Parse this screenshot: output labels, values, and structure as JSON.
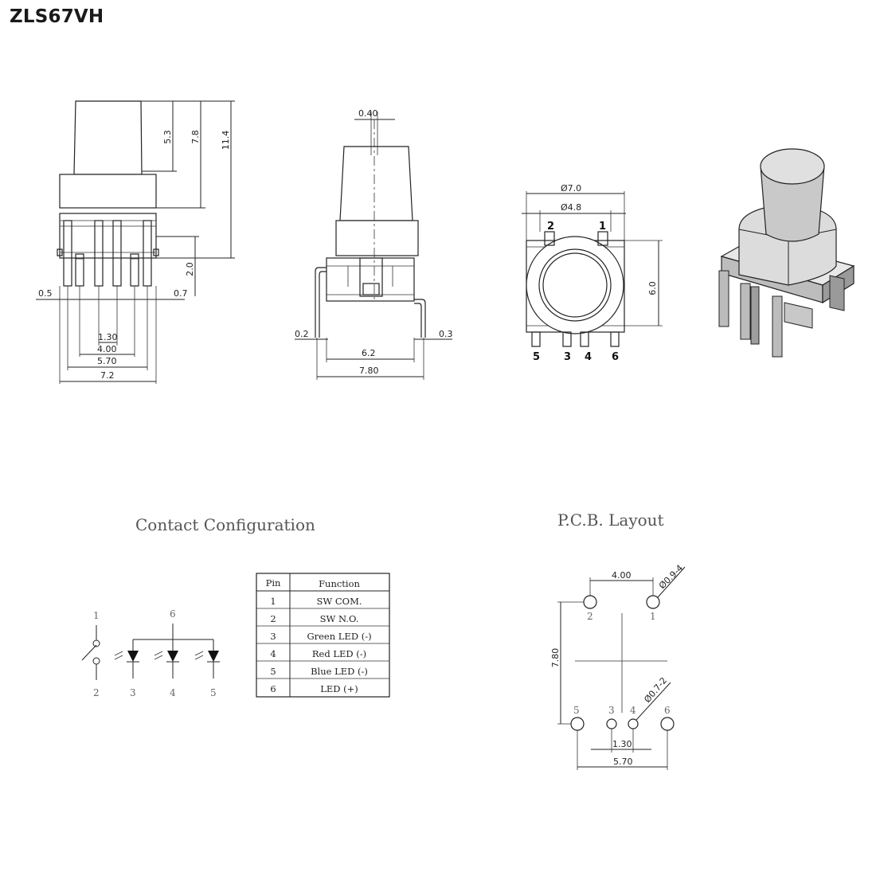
{
  "title": "ZLS67VH",
  "sections": {
    "contact": "Contact Configuration",
    "pcb": "P.C.B. Layout"
  },
  "front_view": {
    "dims": [
      "5.3",
      "7.8",
      "11.4",
      "2.0",
      "0.5",
      "0.7",
      "1.30",
      "4.00",
      "5.70",
      "7.2"
    ]
  },
  "side_view": {
    "dims": [
      "0.40",
      "0.2",
      "0.3",
      "6.2",
      "7.80"
    ]
  },
  "bottom_view": {
    "dims": [
      "Ø7.0",
      "Ø4.8",
      "6.0"
    ],
    "top_pins": [
      "2",
      "1"
    ],
    "bottom_pins": [
      "5",
      "3",
      "4",
      "6"
    ]
  },
  "schematic": {
    "labels": [
      "1",
      "2",
      "6",
      "3",
      "4",
      "5"
    ]
  },
  "pin_table": {
    "headers": [
      "Pin",
      "Function"
    ],
    "rows": [
      {
        "pin": "1",
        "function": "SW COM."
      },
      {
        "pin": "2",
        "function": "SW N.O."
      },
      {
        "pin": "3",
        "function": "Green LED (-)"
      },
      {
        "pin": "4",
        "function": "Red LED (-)"
      },
      {
        "pin": "5",
        "function": "Blue LED (-)"
      },
      {
        "pin": "6",
        "function": "LED (+)"
      }
    ]
  },
  "pcb_layout": {
    "dims": [
      "4.00",
      "Ø0.9-4",
      "7.80",
      "Ø0.7-2",
      "1.30",
      "5.70"
    ],
    "pins": [
      "2",
      "1",
      "5",
      "3",
      "4",
      "6"
    ]
  }
}
